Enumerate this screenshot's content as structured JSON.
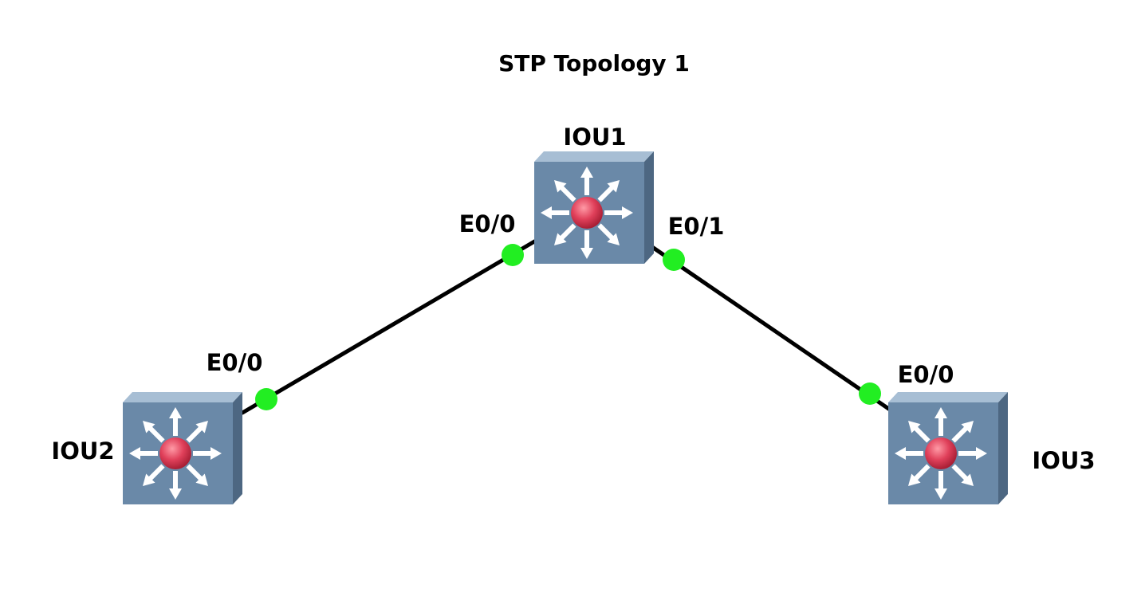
{
  "title": "STP Topology 1",
  "colors": {
    "background": "#ffffff",
    "switch_front": "#6a89a8",
    "switch_top": "#a7bed4",
    "switch_side": "#4d6782",
    "arrow": "#ffffff",
    "hub_center": "#e0405a",
    "port_dot": "#22ee22",
    "link": "#000000"
  },
  "nodes": [
    {
      "id": "iou1",
      "label": "IOU1",
      "icon": "multilayer-switch-icon"
    },
    {
      "id": "iou2",
      "label": "IOU2",
      "icon": "multilayer-switch-icon"
    },
    {
      "id": "iou3",
      "label": "IOU3",
      "icon": "multilayer-switch-icon"
    }
  ],
  "links": [
    {
      "from": "iou1",
      "from_port": "E0/0",
      "to": "iou2",
      "to_port": "E0/0",
      "status": "up"
    },
    {
      "from": "iou1",
      "from_port": "E0/1",
      "to": "iou3",
      "to_port": "E0/0",
      "status": "up"
    }
  ]
}
